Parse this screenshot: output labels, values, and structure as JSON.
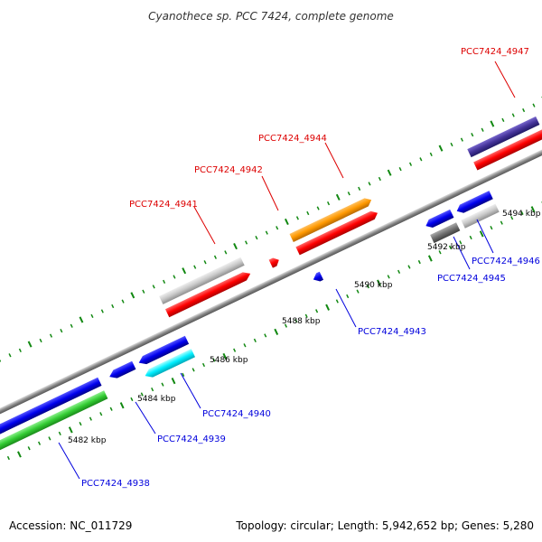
{
  "title": "Cyanothece sp. PCC 7424, complete genome",
  "footer": {
    "accession": "Accession: NC_011729",
    "summary": "Topology: circular; Length: 5,942,652 bp; Genes: 5,280"
  },
  "ticks": [
    {
      "label": "5482 kbp"
    },
    {
      "label": "5484 kbp"
    },
    {
      "label": "5486 kbp"
    },
    {
      "label": "5488 kbp"
    },
    {
      "label": "5490 kbp"
    },
    {
      "label": "5492 kbp"
    },
    {
      "label": "5494 kbp"
    }
  ],
  "genes": [
    {
      "id": "PCC7424_4938",
      "strand": "reverse",
      "color": "#0000dd"
    },
    {
      "id": "PCC7424_4939",
      "strand": "reverse",
      "color": "#0000dd"
    },
    {
      "id": "PCC7424_4940",
      "strand": "reverse",
      "color": "#0000dd"
    },
    {
      "id": "PCC7424_4941",
      "strand": "forward",
      "color": "#dd0000"
    },
    {
      "id": "PCC7424_4942",
      "strand": "forward",
      "color": "#dd0000"
    },
    {
      "id": "PCC7424_4943",
      "strand": "reverse",
      "color": "#0000dd"
    },
    {
      "id": "PCC7424_4944",
      "strand": "forward",
      "color": "#dd0000"
    },
    {
      "id": "PCC7424_4945",
      "strand": "reverse",
      "color": "#0000dd"
    },
    {
      "id": "PCC7424_4946",
      "strand": "reverse",
      "color": "#0000dd"
    },
    {
      "id": "PCC7424_4947",
      "strand": "forward",
      "color": "#dd0000"
    }
  ],
  "colors": {
    "forward_cds": "#ff0000",
    "reverse_cds": "#0000ee",
    "backbone": "#888888",
    "tick": "#118811",
    "orange_feature": "#ff9900",
    "green_feature": "#33cc33",
    "cyan_feature": "#00eeff",
    "gray_feature": "#c8c8c8",
    "dark_gray_feature": "#707070",
    "purple_feature": "#443399"
  }
}
